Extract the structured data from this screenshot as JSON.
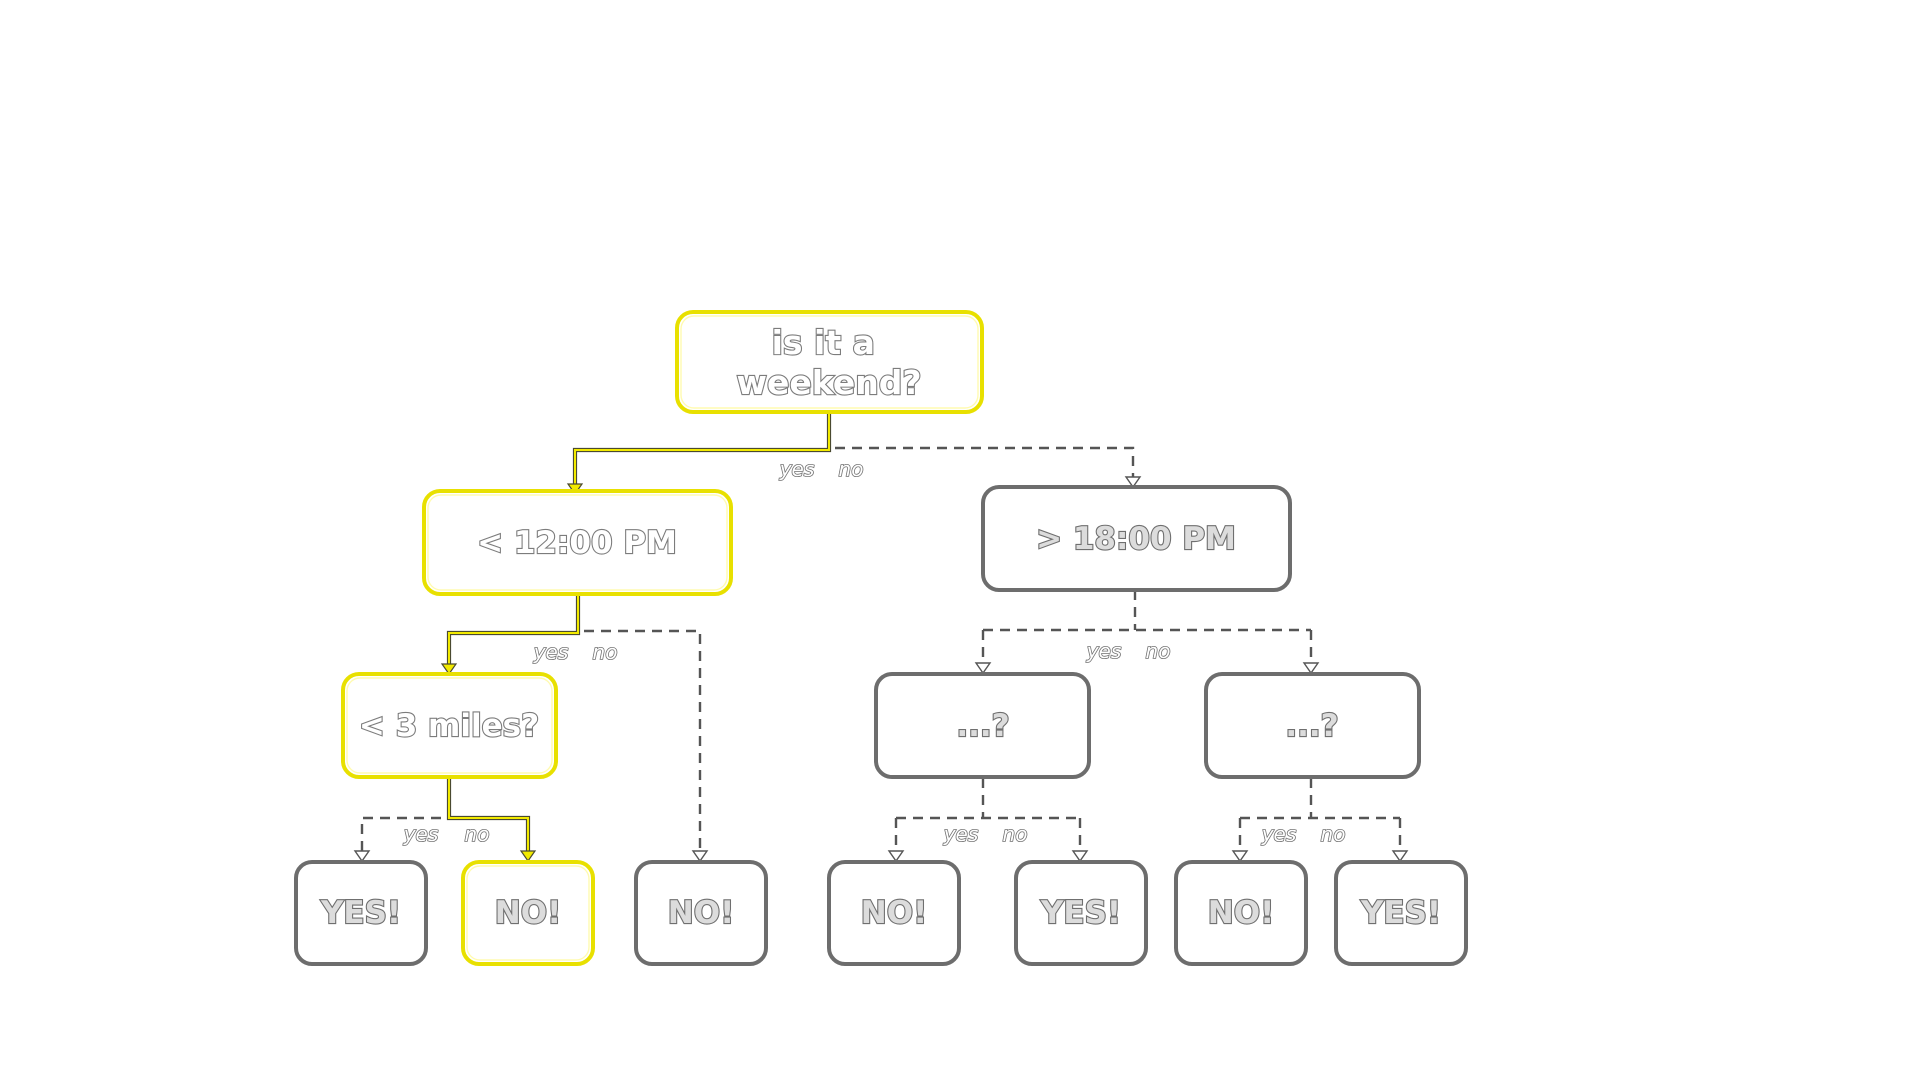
{
  "nodes": {
    "root": "is it a weekend?",
    "before_noon": "< 12:00 PM",
    "after_six": "> 18:00 PM",
    "under_3_miles": "< 3 miles?",
    "q_left": "...?",
    "q_right": "...?",
    "leaf_1": "YES!",
    "leaf_2": "NO!",
    "leaf_3": "NO!",
    "leaf_4": "NO!",
    "leaf_5": "YES!",
    "leaf_6": "NO!",
    "leaf_7": "YES!"
  },
  "branch_labels": {
    "yes": "yes",
    "no": "no"
  },
  "colors": {
    "highlight": "#f2ea00",
    "outline": "#6d6d6d",
    "background": "#ffffff"
  }
}
